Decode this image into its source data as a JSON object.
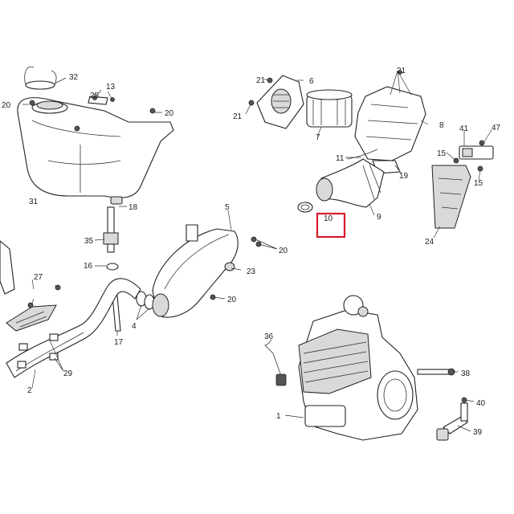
{
  "highlight_color": "#d81b2c",
  "highlighted_part": "10",
  "labels": {
    "p1": "1",
    "p2": "2",
    "p4": "4",
    "p5": "5",
    "p6": "6",
    "p7": "7",
    "p8": "8",
    "p9": "9",
    "p10": "10",
    "p11": "11",
    "p13": "13",
    "p15a": "15",
    "p15b": "15",
    "p16": "16",
    "p17": "17",
    "p18": "18",
    "p19": "19",
    "p20a": "20",
    "p20b": "20",
    "p20c": "20",
    "p20d": "20",
    "p21a": "21",
    "p21b": "21",
    "p21c": "21",
    "p23": "23",
    "p24": "24",
    "p25": "25",
    "p27": "27",
    "p29": "29",
    "p31": "31",
    "p32": "32",
    "p35": "35",
    "p36": "36",
    "p38": "38",
    "p39": "39",
    "p40": "40",
    "p41": "41",
    "p47": "47"
  }
}
